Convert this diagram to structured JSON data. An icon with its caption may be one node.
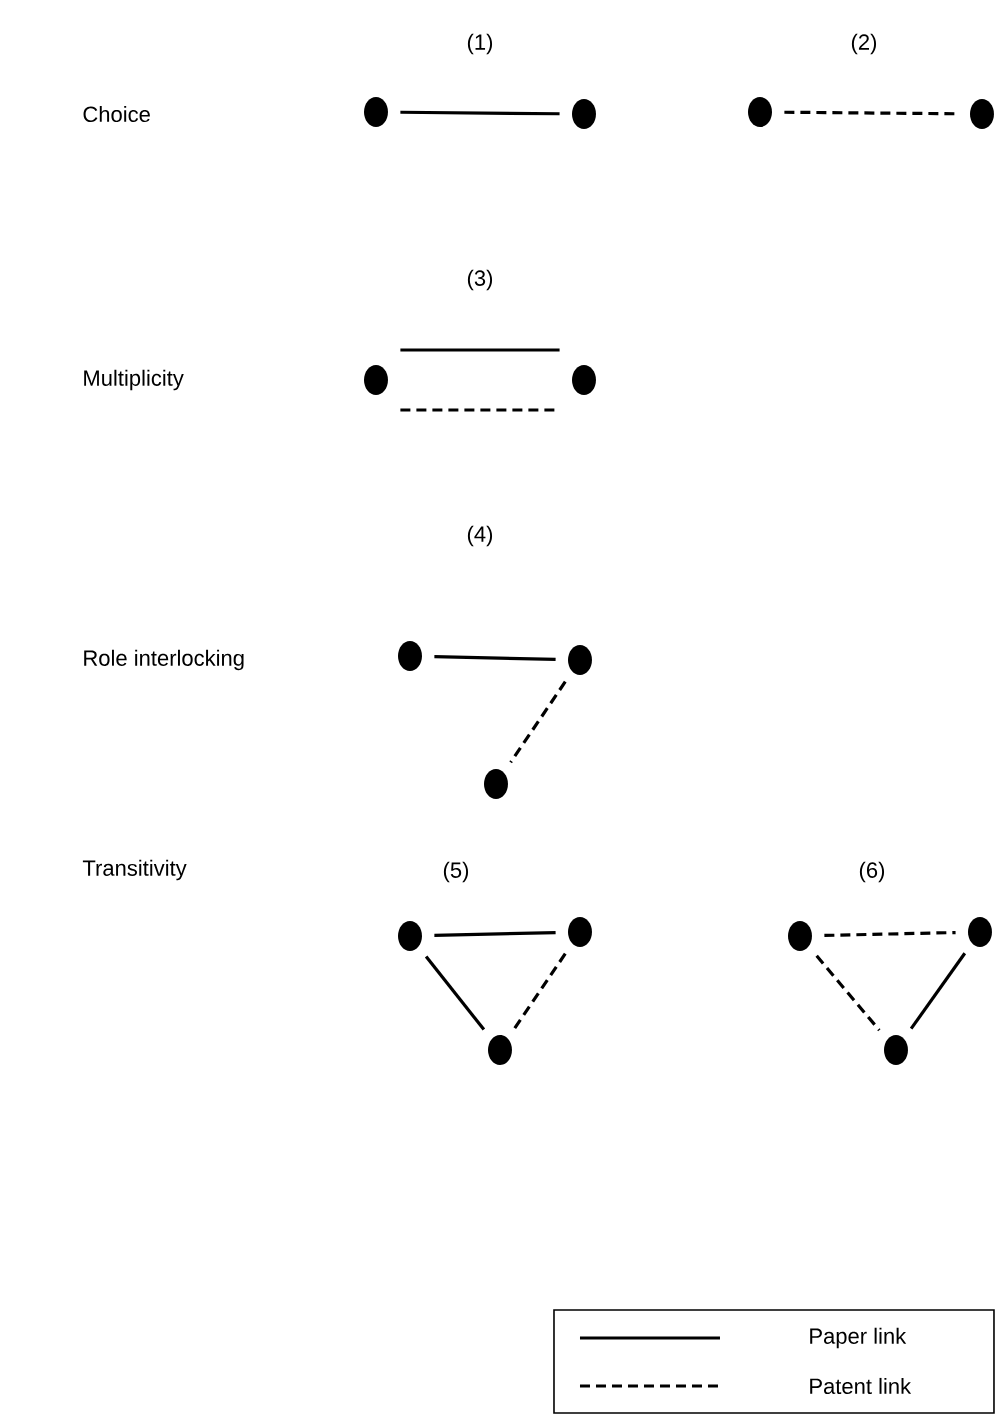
{
  "diagram": {
    "nodes": [
      {
        "text": [],
        "shape": "circle"
      },
      {
        "text": [],
        "shape": "circle"
      },
      {
        "text": [],
        "shape": "circle"
      },
      {
        "text": [],
        "shape": "circle"
      },
      {
        "text": [],
        "shape": "circle"
      },
      {
        "text": [],
        "shape": "circle"
      },
      {
        "text": [],
        "shape": "circle"
      },
      {
        "text": [],
        "shape": "circle"
      },
      {
        "text": [],
        "shape": "circle"
      },
      {
        "text": [],
        "shape": "circle"
      },
      {
        "text": [],
        "shape": "circle"
      },
      {
        "text": [],
        "shape": "circle"
      },
      {
        "text": [],
        "shape": "circle"
      },
      {
        "text": [],
        "shape": "circle"
      },
      {
        "text": [],
        "shape": "circle"
      }
    ],
    "edges": [
      {
        "from": 0,
        "to": 1,
        "arrow": "none"
      },
      {
        "from": 2,
        "to": 3,
        "arrow": "none",
        "style": "dashed"
      },
      {
        "from": 4,
        "to": 5,
        "arrow": "none"
      },
      {
        "from": 4,
        "to": 5,
        "arrow": "none",
        "style": "dashed"
      },
      {
        "from": 6,
        "to": 7,
        "arrow": "none"
      },
      {
        "from": 7,
        "to": 8,
        "arrow": "none",
        "style": "dashed"
      },
      {
        "from": 9,
        "to": 10,
        "arrow": "none"
      },
      {
        "from": 9,
        "to": 11,
        "arrow": "none"
      },
      {
        "from": 10,
        "to": 11,
        "arrow": "none",
        "style": "dashed"
      },
      {
        "from": 12,
        "to": 13,
        "arrow": "none",
        "style": "dashed"
      },
      {
        "from": 12,
        "to": 14,
        "arrow": "none",
        "style": "dashed"
      },
      {
        "from": 13,
        "to": 14,
        "arrow": "none"
      }
    ],
    "labels": [
      "(1)",
      "(2)",
      "Choice",
      "(3)",
      "Multiplicity",
      "(4)",
      "Role interlocking",
      "(5)",
      "(6)",
      "Transitivity"
    ],
    "legend": [
      {
        "text": "Paper link"
      },
      {
        "text": "Patent link"
      }
    ]
  }
}
